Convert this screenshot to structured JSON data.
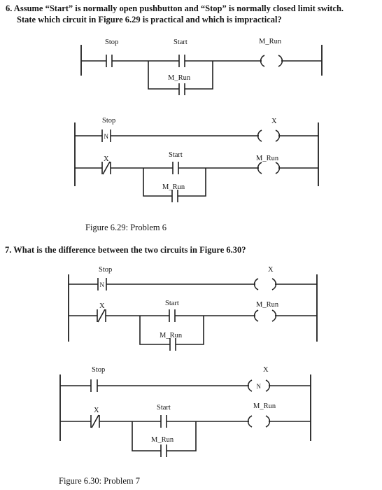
{
  "problem6": {
    "line1": "6. Assume “Start” is normally open pushbutton and “Stop” is normally closed limit switch.",
    "line2": "State which circuit in Figure 6.29 is practical and which is impractical?"
  },
  "figure629": {
    "caption": "Figure 6.29: Problem 6",
    "circuit_a": {
      "labels": {
        "stop": "Stop",
        "start": "Start",
        "seal": "M_Run",
        "coil": "M_Run"
      }
    },
    "circuit_b": {
      "labels": {
        "stop": "Stop",
        "coil_x": "X",
        "x_contact": "X",
        "start": "Start",
        "seal": "M_Run",
        "coil_run": "M_Run"
      },
      "stop_symbol": "N"
    }
  },
  "problem7": {
    "line1": "7. What is the difference between the two circuits in Figure 6.30?"
  },
  "figure630": {
    "caption": "Figure 6.30: Problem 7",
    "circuit_a": {
      "labels": {
        "stop": "Stop",
        "coil_x": "X",
        "x_contact": "X",
        "start": "Start",
        "seal": "M_Run",
        "coil_run": "M_Run"
      },
      "stop_symbol": "N"
    },
    "circuit_b": {
      "labels": {
        "stop": "Stop",
        "coil_x": "X",
        "x_contact": "X",
        "start": "Start",
        "seal": "M_Run",
        "coil_run": "M_Run"
      },
      "coil_symbol": "N"
    }
  }
}
